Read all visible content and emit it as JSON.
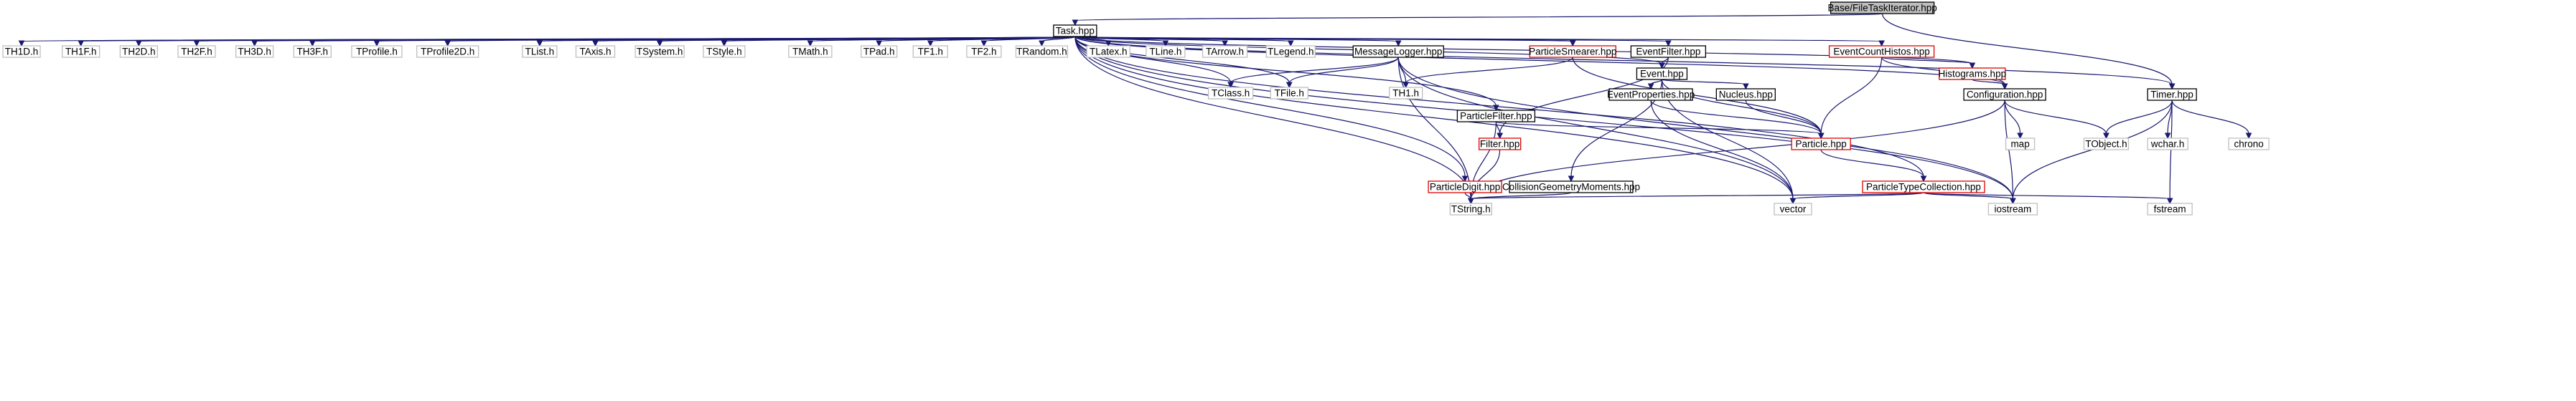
{
  "colors": {
    "edge": "#191970",
    "main_fill": "#bfbfbf",
    "node_border": "#000000",
    "external_border": "#bfbfbf",
    "truncated_border": "#e00000"
  },
  "nodes": [
    {
      "id": "root",
      "label": "Base/FileTaskIterator.hpp",
      "kind": "main"
    },
    {
      "id": "task",
      "label": "Task.hpp",
      "kind": "normal"
    },
    {
      "id": "th1d",
      "label": "TH1D.h",
      "kind": "ext"
    },
    {
      "id": "th1f",
      "label": "TH1F.h",
      "kind": "ext"
    },
    {
      "id": "th2d",
      "label": "TH2D.h",
      "kind": "ext"
    },
    {
      "id": "th2f",
      "label": "TH2F.h",
      "kind": "ext"
    },
    {
      "id": "th3d",
      "label": "TH3D.h",
      "kind": "ext"
    },
    {
      "id": "th3f",
      "label": "TH3F.h",
      "kind": "ext"
    },
    {
      "id": "tprofile",
      "label": "TProfile.h",
      "kind": "ext"
    },
    {
      "id": "tprofile2d",
      "label": "TProfile2D.h",
      "kind": "ext"
    },
    {
      "id": "tlist",
      "label": "TList.h",
      "kind": "ext"
    },
    {
      "id": "taxis",
      "label": "TAxis.h",
      "kind": "ext"
    },
    {
      "id": "tsystem",
      "label": "TSystem.h",
      "kind": "ext"
    },
    {
      "id": "tstyle",
      "label": "TStyle.h",
      "kind": "ext"
    },
    {
      "id": "tmath",
      "label": "TMath.h",
      "kind": "ext"
    },
    {
      "id": "tpad",
      "label": "TPad.h",
      "kind": "ext"
    },
    {
      "id": "tf1",
      "label": "TF1.h",
      "kind": "ext"
    },
    {
      "id": "tf2",
      "label": "TF2.h",
      "kind": "ext"
    },
    {
      "id": "trandom",
      "label": "TRandom.h",
      "kind": "ext"
    },
    {
      "id": "tlatex",
      "label": "TLatex.h",
      "kind": "ext"
    },
    {
      "id": "tline",
      "label": "TLine.h",
      "kind": "ext"
    },
    {
      "id": "tarrow",
      "label": "TArrow.h",
      "kind": "ext"
    },
    {
      "id": "tlegend",
      "label": "TLegend.h",
      "kind": "ext"
    },
    {
      "id": "msglogger",
      "label": "MessageLogger.hpp",
      "kind": "normal"
    },
    {
      "id": "psmearer",
      "label": "ParticleSmearer.hpp",
      "kind": "trunc"
    },
    {
      "id": "evfilter",
      "label": "EventFilter.hpp",
      "kind": "normal"
    },
    {
      "id": "echistos",
      "label": "EventCountHistos.hpp",
      "kind": "trunc"
    },
    {
      "id": "tclass",
      "label": "TClass.h",
      "kind": "ext"
    },
    {
      "id": "tfile",
      "label": "TFile.h",
      "kind": "ext"
    },
    {
      "id": "th1",
      "label": "TH1.h",
      "kind": "ext"
    },
    {
      "id": "event",
      "label": "Event.hpp",
      "kind": "normal"
    },
    {
      "id": "histograms",
      "label": "Histograms.hpp",
      "kind": "trunc"
    },
    {
      "id": "evprops",
      "label": "EventProperties.hpp",
      "kind": "normal"
    },
    {
      "id": "nucleus",
      "label": "Nucleus.hpp",
      "kind": "normal"
    },
    {
      "id": "configuration",
      "label": "Configuration.hpp",
      "kind": "normal"
    },
    {
      "id": "timer",
      "label": "Timer.hpp",
      "kind": "normal"
    },
    {
      "id": "pfilter",
      "label": "ParticleFilter.hpp",
      "kind": "normal"
    },
    {
      "id": "filter",
      "label": "Filter.hpp",
      "kind": "trunc"
    },
    {
      "id": "particle",
      "label": "Particle.hpp",
      "kind": "trunc"
    },
    {
      "id": "map",
      "label": "map",
      "kind": "ext"
    },
    {
      "id": "tobject",
      "label": "TObject.h",
      "kind": "ext"
    },
    {
      "id": "wchar",
      "label": "wchar.h",
      "kind": "ext"
    },
    {
      "id": "chrono",
      "label": "chrono",
      "kind": "ext"
    },
    {
      "id": "pdigit",
      "label": "ParticleDigit.hpp",
      "kind": "trunc"
    },
    {
      "id": "cgm",
      "label": "CollisionGeometryMoments.hpp",
      "kind": "normal"
    },
    {
      "id": "ptc",
      "label": "ParticleTypeCollection.hpp",
      "kind": "trunc"
    },
    {
      "id": "tstring",
      "label": "TString.h",
      "kind": "ext"
    },
    {
      "id": "vector",
      "label": "vector",
      "kind": "ext"
    },
    {
      "id": "iostream",
      "label": "iostream",
      "kind": "ext"
    },
    {
      "id": "fstream",
      "label": "fstream",
      "kind": "ext"
    }
  ],
  "edges": [
    [
      "root",
      "task"
    ],
    [
      "root",
      "timer"
    ],
    [
      "task",
      "th1d"
    ],
    [
      "task",
      "th1f"
    ],
    [
      "task",
      "th2d"
    ],
    [
      "task",
      "th2f"
    ],
    [
      "task",
      "th3d"
    ],
    [
      "task",
      "th3f"
    ],
    [
      "task",
      "tprofile"
    ],
    [
      "task",
      "tprofile2d"
    ],
    [
      "task",
      "tlist"
    ],
    [
      "task",
      "taxis"
    ],
    [
      "task",
      "tsystem"
    ],
    [
      "task",
      "tstyle"
    ],
    [
      "task",
      "tmath"
    ],
    [
      "task",
      "tpad"
    ],
    [
      "task",
      "tf1"
    ],
    [
      "task",
      "tf2"
    ],
    [
      "task",
      "trandom"
    ],
    [
      "task",
      "tlatex"
    ],
    [
      "task",
      "tline"
    ],
    [
      "task",
      "tarrow"
    ],
    [
      "task",
      "tlegend"
    ],
    [
      "task",
      "msglogger"
    ],
    [
      "task",
      "psmearer"
    ],
    [
      "task",
      "evfilter"
    ],
    [
      "task",
      "echistos"
    ],
    [
      "task",
      "tclass"
    ],
    [
      "task",
      "tfile"
    ],
    [
      "task",
      "configuration"
    ],
    [
      "task",
      "timer"
    ],
    [
      "task",
      "pfilter"
    ],
    [
      "task",
      "pdigit"
    ],
    [
      "task",
      "ptc"
    ],
    [
      "task",
      "tstring"
    ],
    [
      "task",
      "vector"
    ],
    [
      "task",
      "iostream"
    ],
    [
      "task",
      "event"
    ],
    [
      "task",
      "histograms"
    ],
    [
      "msglogger",
      "tclass"
    ],
    [
      "msglogger",
      "tfile"
    ],
    [
      "msglogger",
      "th1"
    ],
    [
      "msglogger",
      "tstring"
    ],
    [
      "msglogger",
      "iostream"
    ],
    [
      "msglogger",
      "vector"
    ],
    [
      "psmearer",
      "th1"
    ],
    [
      "psmearer",
      "particle"
    ],
    [
      "evfilter",
      "event"
    ],
    [
      "evfilter",
      "filter"
    ],
    [
      "echistos",
      "histograms"
    ],
    [
      "echistos",
      "configuration"
    ],
    [
      "echistos",
      "particle"
    ],
    [
      "event",
      "evprops"
    ],
    [
      "event",
      "nucleus"
    ],
    [
      "event",
      "particle"
    ],
    [
      "event",
      "cgm"
    ],
    [
      "event",
      "vector"
    ],
    [
      "histograms",
      "configuration"
    ],
    [
      "evprops",
      "particle"
    ],
    [
      "evprops",
      "vector"
    ],
    [
      "nucleus",
      "particle"
    ],
    [
      "configuration",
      "map"
    ],
    [
      "configuration",
      "tobject"
    ],
    [
      "configuration",
      "iostream"
    ],
    [
      "configuration",
      "tstring"
    ],
    [
      "timer",
      "tobject"
    ],
    [
      "timer",
      "wchar"
    ],
    [
      "timer",
      "chrono"
    ],
    [
      "timer",
      "iostream"
    ],
    [
      "timer",
      "fstream"
    ],
    [
      "pfilter",
      "filter"
    ],
    [
      "pfilter",
      "particle"
    ],
    [
      "pfilter",
      "tstring"
    ],
    [
      "filter",
      "tstring"
    ],
    [
      "particle",
      "ptc"
    ],
    [
      "pdigit",
      "tstring"
    ],
    [
      "cgm",
      "tstring"
    ],
    [
      "ptc",
      "tstring"
    ],
    [
      "ptc",
      "vector"
    ],
    [
      "ptc",
      "iostream"
    ],
    [
      "ptc",
      "fstream"
    ]
  ]
}
